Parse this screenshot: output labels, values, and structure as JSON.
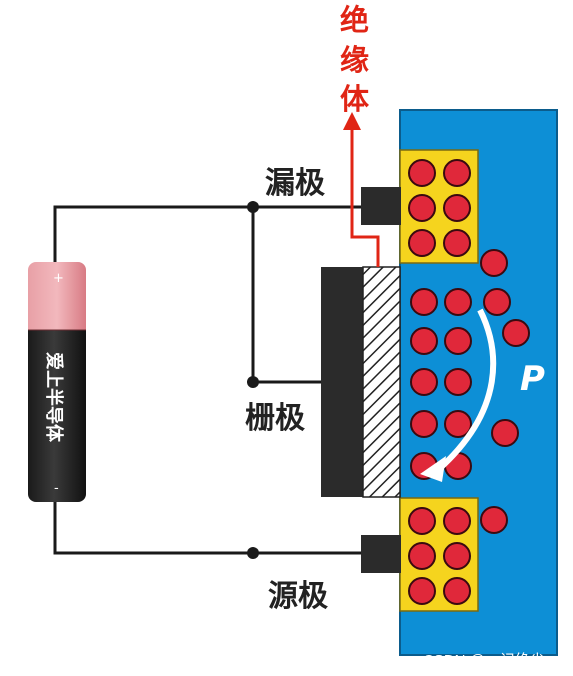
{
  "labels": {
    "drain": "漏极",
    "gate": "栅极",
    "source": "源极",
    "insulator": [
      "绝",
      "缘",
      "体"
    ],
    "channel": "P"
  },
  "battery": {
    "text": "爱上半导体",
    "plus": "+",
    "minus": "-"
  },
  "watermark": "CSDN @一记绝尘",
  "colors": {
    "substrate": "#0d8fd6",
    "electrode": "#f5d41e",
    "particle": "#e0283a",
    "gate": "#2b2b2b",
    "insulator_arrow": "#e02515",
    "wire": "#1a1a1a"
  }
}
